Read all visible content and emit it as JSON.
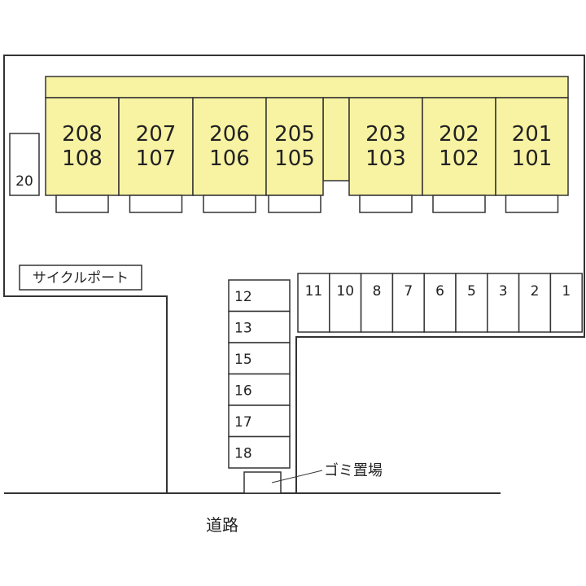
{
  "colors": {
    "building_fill": "#f8f3a2",
    "line": "#333333",
    "background": "#ffffff"
  },
  "units": [
    {
      "upper": "208",
      "lower": "108"
    },
    {
      "upper": "207",
      "lower": "107"
    },
    {
      "upper": "206",
      "lower": "106"
    },
    {
      "upper": "205",
      "lower": "105"
    },
    {
      "upper": "203",
      "lower": "103"
    },
    {
      "upper": "202",
      "lower": "102"
    },
    {
      "upper": "201",
      "lower": "101"
    }
  ],
  "parking_top_row": [
    "11",
    "10",
    "8",
    "7",
    "6",
    "5",
    "3",
    "2",
    "1"
  ],
  "parking_column": [
    "12",
    "13",
    "15",
    "16",
    "17",
    "18"
  ],
  "parking_side": "20",
  "labels": {
    "cycle_port": "サイクルポート",
    "garbage": "ゴミ置場",
    "road": "道路"
  }
}
